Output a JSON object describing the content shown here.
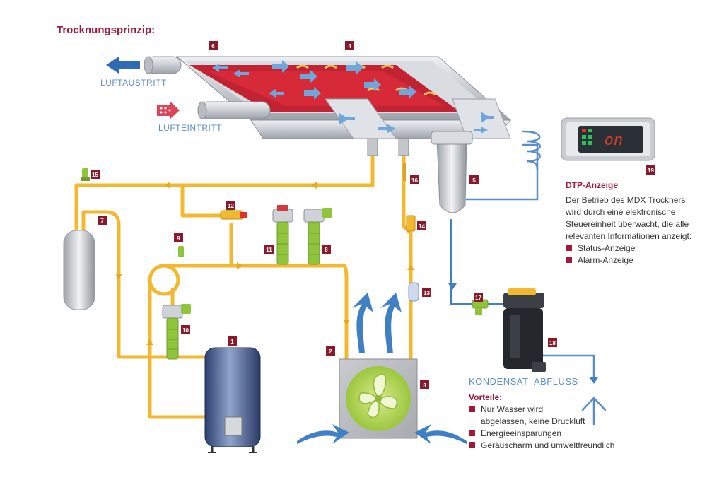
{
  "title": "Trocknungsprinzip:",
  "labels": {
    "luftaustritt": "LUFTAUSTRITT",
    "lufteintritt": "LUFTEINTRITT",
    "kondensat": "KONDENSAT- ABFLUSS"
  },
  "display": {
    "reading": "on"
  },
  "dtp": {
    "heading": "DTP-Anzeige",
    "lines": [
      "Der Betrieb des MDX Trockners",
      "wird durch eine elektronische",
      "Steuereinheit überwacht, die alle",
      "relevanten Informationen anzeigt:"
    ],
    "bullets": [
      "Status-Anzeige",
      "Alarm-Anzeige"
    ]
  },
  "vorteile": {
    "heading": "Vorteile:",
    "items": [
      "Nur Wasser wird",
      "abgelassen, keine Druckluft",
      "Energieeinsparungen",
      "Geräuscharm und umweltfreundlich"
    ]
  },
  "numbers": [
    "1",
    "2",
    "3",
    "4",
    "5",
    "6",
    "7",
    "8",
    "9",
    "10",
    "11",
    "12",
    "13",
    "14",
    "15",
    "16",
    "17",
    "18",
    "19"
  ],
  "colors": {
    "pipe": "#f2b830",
    "component": "#8fc43c",
    "accent": "#a0183a",
    "flow": "#3f7fc4"
  }
}
